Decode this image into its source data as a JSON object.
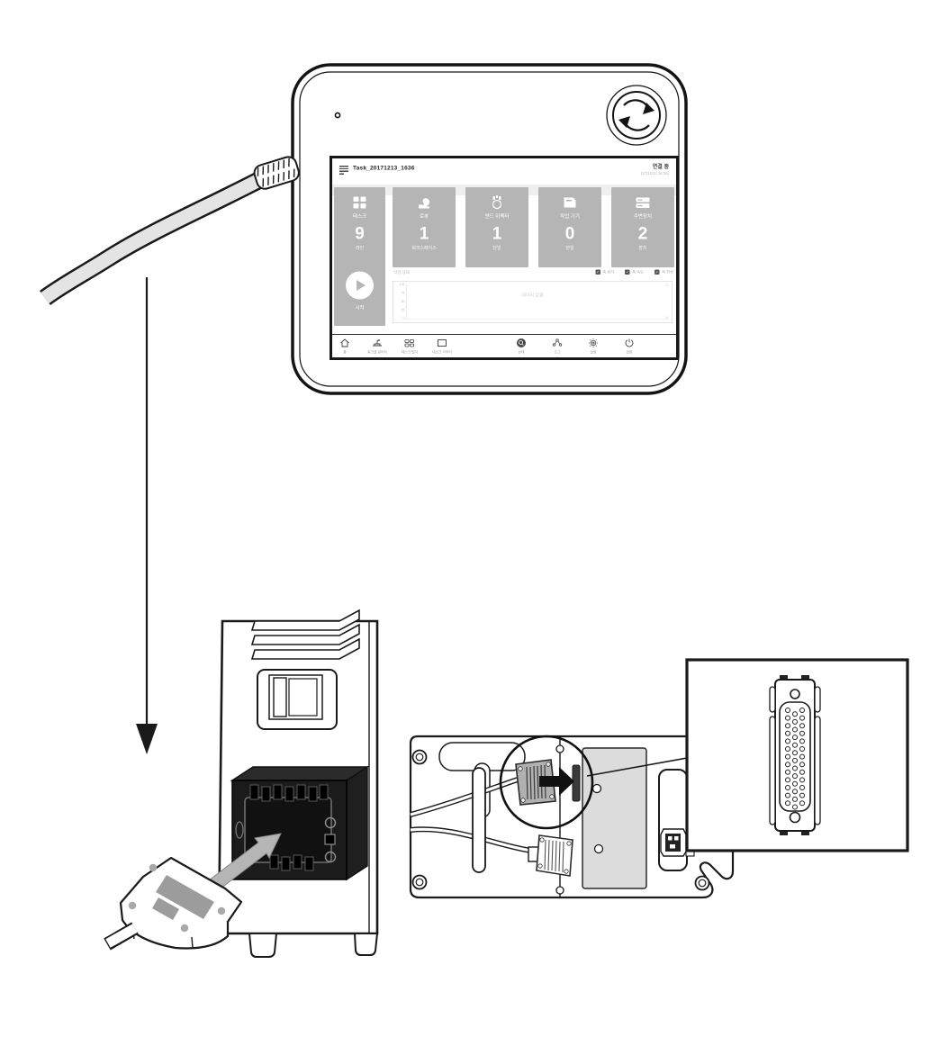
{
  "screen": {
    "title": "Task_20171213_1636",
    "status": {
      "main": "연결 중",
      "sub": "(17/12/13 16:36)"
    },
    "cards": [
      {
        "label": "태스크",
        "value": "9",
        "unit": "라인"
      },
      {
        "label": "로봇",
        "value": "1",
        "unit": "워크스페이스"
      },
      {
        "label": "엔드 이펙터",
        "value": "1",
        "unit": "단일"
      },
      {
        "label": "작업 기기",
        "value": "0",
        "unit": "단일"
      },
      {
        "label": "주변장치",
        "value": "2",
        "unit": "장치"
      }
    ],
    "start_label": "시작",
    "monitor": {
      "label": "작업 상태",
      "checkboxes": [
        "축 위치",
        "축 속도",
        "축 전류"
      ],
      "check_glyph": "✓",
      "chart": {
        "type": "line",
        "yticks": [
          "100",
          "75",
          "50",
          "25",
          "0"
        ],
        "right_ticks": [
          "1",
          "0"
        ],
        "empty_message": "데이터 없음",
        "series": []
      }
    },
    "nav": [
      {
        "label": "홈"
      },
      {
        "label": "워크셀 관리자"
      },
      {
        "label": "태스크 빌더"
      },
      {
        "label": "태스크 라이터"
      },
      {
        "label": "상태"
      },
      {
        "label": "조그"
      },
      {
        "label": "설정"
      },
      {
        "label": "전원"
      }
    ]
  },
  "detail_connector": {
    "columns": 3,
    "pins_per_column": 13
  },
  "colors": {
    "card_gray": "#b5b5b5",
    "arrow_gray": "#b5b5b5",
    "panel_gray": "#dcdcdc",
    "line": "#1a1a1a"
  }
}
